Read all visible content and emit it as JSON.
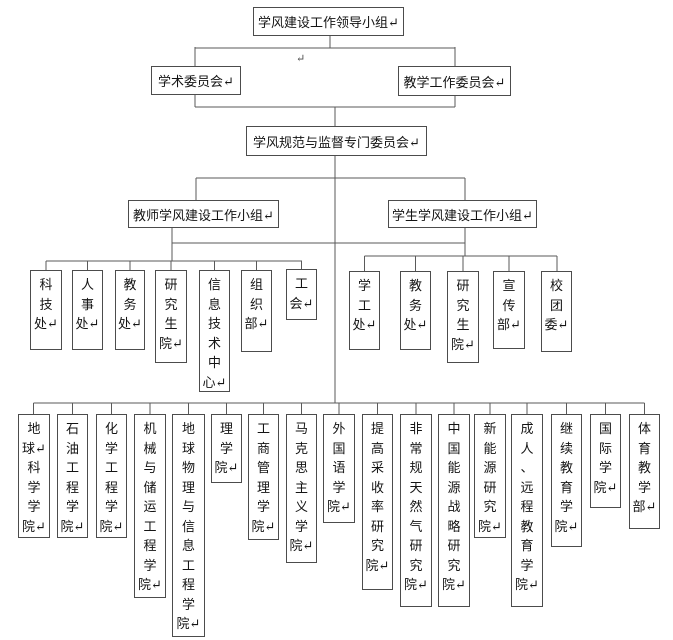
{
  "meta": {
    "background_color": "#ffffff",
    "line_color": "#5a5a5a",
    "box_border_color": "#4c4c4c",
    "text_color": "#141414",
    "paragraph_mark_glyph": "↵"
  },
  "nodes": {
    "leadership_group": "学风建设工作领导小组↵",
    "academic_committee": "学术委员会↵",
    "teaching_work_committee": "教学工作委员会↵",
    "supervision_committee": "学风规范与监督专门委员会↵",
    "teacher_group": "教师学风建设工作小组↵",
    "student_group": "学生学风建设工作小组↵"
  },
  "teacher_departments": [
    {
      "name": "科技处",
      "label": "科\n技\n处↵"
    },
    {
      "name": "人事处",
      "label": "人\n事\n处↵"
    },
    {
      "name": "教务处",
      "label": "教\n务\n处↵"
    },
    {
      "name": "研究生院",
      "label": "研\n究\n生\n院↵"
    },
    {
      "name": "信息技术中心",
      "label": "信\n息\n技\n术\n中\n心↵"
    },
    {
      "name": "组织部",
      "label": "组\n织\n部↵"
    },
    {
      "name": "工会",
      "label": "工\n会↵"
    }
  ],
  "student_departments": [
    {
      "name": "学工处",
      "label": "学\n工\n处↵"
    },
    {
      "name": "教务处",
      "label": "教\n务\n处↵"
    },
    {
      "name": "研究生院",
      "label": "研\n究\n生\n院↵"
    },
    {
      "name": "宣传部",
      "label": "宣\n传\n部↵"
    },
    {
      "name": "校团委",
      "label": "校\n团\n委↵"
    }
  ],
  "colleges": [
    {
      "name": "地球科学学院",
      "label": "地\n球↵\n科\n学\n学\n院↵"
    },
    {
      "name": "石油工程学院",
      "label": "石\n油\n工\n程\n学\n院↵"
    },
    {
      "name": "化学工程学院",
      "label": "化\n学\n工\n程\n学\n院↵"
    },
    {
      "name": "机械与储运工程学院",
      "label": "机\n械\n与\n储\n运\n工\n程\n学\n院↵"
    },
    {
      "name": "地球物理与信息工程学院",
      "label": "地\n球\n物\n理\n与\n信\n息\n工\n程\n学\n院↵"
    },
    {
      "name": "理学院",
      "label": "理\n学\n院↵"
    },
    {
      "name": "工商管理学院",
      "label": "工\n商\n管\n理\n学\n院↵"
    },
    {
      "name": "马克思主义学院",
      "label": "马\n克\n思\n主\n义\n学\n院↵"
    },
    {
      "name": "外国语学院",
      "label": "外\n国\n语\n学\n院↵"
    },
    {
      "name": "提高采收率研究院",
      "label": "提\n高\n采\n收\n率\n研\n究\n院↵"
    },
    {
      "name": "非常规天然气研究院",
      "label": "非\n常\n规\n天\n然\n气\n研\n究\n院↵"
    },
    {
      "name": "中国能源战略研究院",
      "label": "中\n国\n能\n源\n战\n略\n研\n究\n院↵"
    },
    {
      "name": "新能源研究院",
      "label": "新\n能\n源\n研\n究\n院↵"
    },
    {
      "name": "成人、远程教育学院",
      "label": "成\n人\n、\n远\n程\n教\n育\n学\n院↵"
    },
    {
      "name": "继续教育学院",
      "label": "继\n续\n教\n育\n学\n院↵"
    },
    {
      "name": "国际学院",
      "label": "国\n际\n学\n院↵"
    },
    {
      "name": "体育教学部",
      "label": "体\n育\n教\n学\n部↵"
    }
  ],
  "floating_marks": {
    "loop_mark": "↵"
  }
}
